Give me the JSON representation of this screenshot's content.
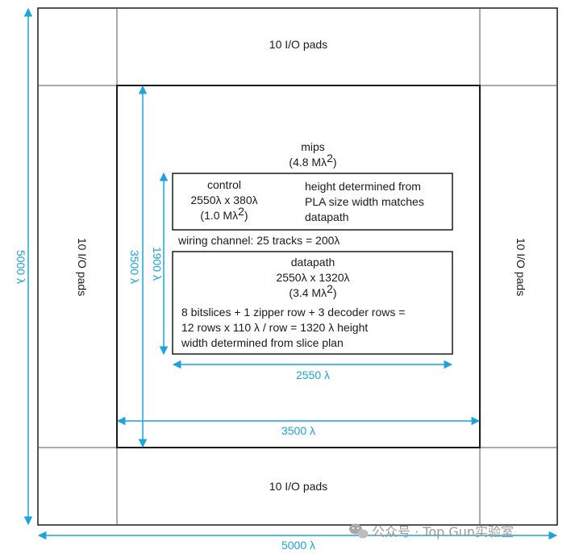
{
  "pads": {
    "top": "10 I/O pads",
    "bottom": "10 I/O pads",
    "left": "10 I/O pads",
    "right": "10 I/O pads"
  },
  "mips": {
    "title": "mips",
    "area": "(4.8 Mλ",
    "area_exp": "2",
    "area_close": ")"
  },
  "control": {
    "title": "control",
    "size": "2550λ x 380λ",
    "area": "(1.0 Mλ",
    "area_exp": "2",
    "area_close": ")",
    "note_line1": "height determined from",
    "note_line2": "PLA size width matches",
    "note_line3": "datapath"
  },
  "wiring": {
    "label": "wiring channel: 25 tracks = 200λ"
  },
  "datapath": {
    "title": "datapath",
    "size": "2550λ x 1320λ",
    "area": "(3.4 Mλ",
    "area_exp": "2",
    "area_close": ")",
    "line1": "8 bitslices + 1 zipper row + 3 decoder rows =",
    "line2": "12 rows x 110 λ / row = 1320 λ height",
    "line3": "width determined from slice plan"
  },
  "dimensions": {
    "core_width": "2550 λ",
    "core_height": "1900 λ",
    "inner_width": "3500 λ",
    "inner_height": "3500 λ",
    "chip_width": "5000 λ",
    "chip_height": "5000 λ"
  },
  "colors": {
    "dimension": "#1aa3de",
    "line": "#1a1a1a",
    "watermark": "#9a9a9a"
  },
  "watermark": {
    "text": "公众号 · Top Gun实验室"
  }
}
